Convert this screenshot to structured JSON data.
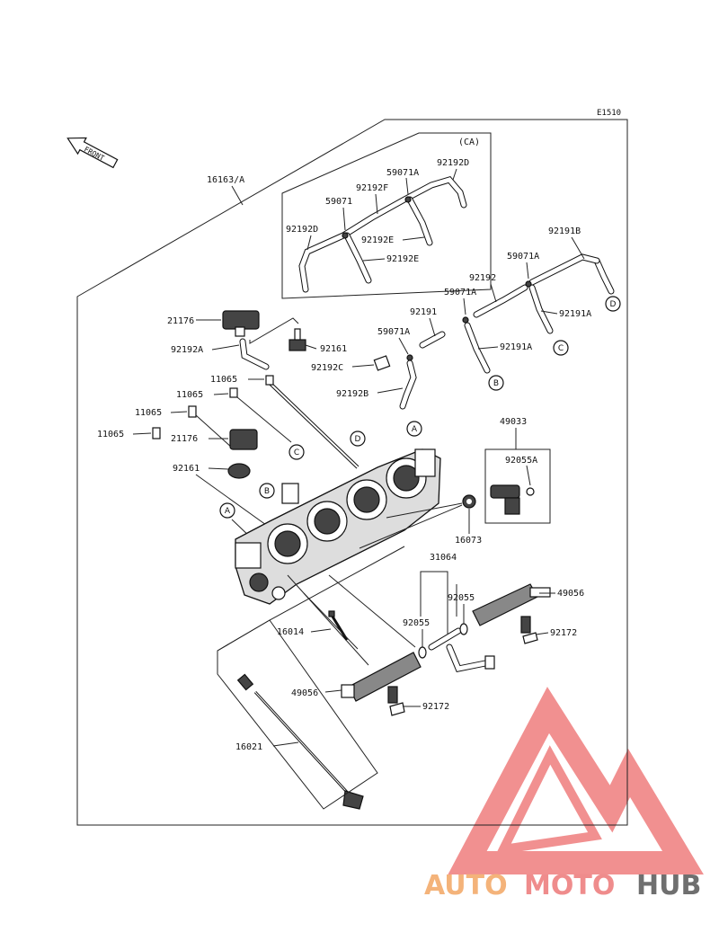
{
  "diagram_id": "E1510",
  "front_label": "FRONT",
  "variant_label": "(CA)",
  "callouts": {
    "A": "A",
    "B": "B",
    "C": "C",
    "D": "D"
  },
  "parts": {
    "p16163": "16163/A",
    "p59071A_top": "59071A",
    "p92192D_top": "92192D",
    "p92192F": "92192F",
    "p59071": "59071",
    "p92192D_left": "92192D",
    "p92192E_a": "92192E",
    "p92192E_b": "92192E",
    "p92191B": "92191B",
    "p59071A_r1": "59071A",
    "p92192": "92192",
    "p59071A_r2": "59071A",
    "p92191A_r": "92191A",
    "p92191": "92191",
    "p59071A_r3": "59071A",
    "p92191A_m": "92191A",
    "p21176_a": "21176",
    "p92192A": "92192A",
    "p92161_a": "92161",
    "p92192C": "92192C",
    "p92192B": "92192B",
    "p11065_a": "11065",
    "p11065_b": "11065",
    "p11065_c": "11065",
    "p11065_d": "11065",
    "p21176_b": "21176",
    "p92161_b": "92161",
    "p49033": "49033",
    "p92055A": "92055A",
    "p16073": "16073",
    "p31064": "31064",
    "p92055_a": "92055",
    "p92055_b": "92055",
    "p49056_a": "49056",
    "p92172_a": "92172",
    "p16014": "16014",
    "p49056_b": "49056",
    "p92172_b": "92172",
    "p16021": "16021"
  },
  "watermark": {
    "auto": "AUTO",
    "moto": "MOTO",
    "hub": "HUB"
  }
}
